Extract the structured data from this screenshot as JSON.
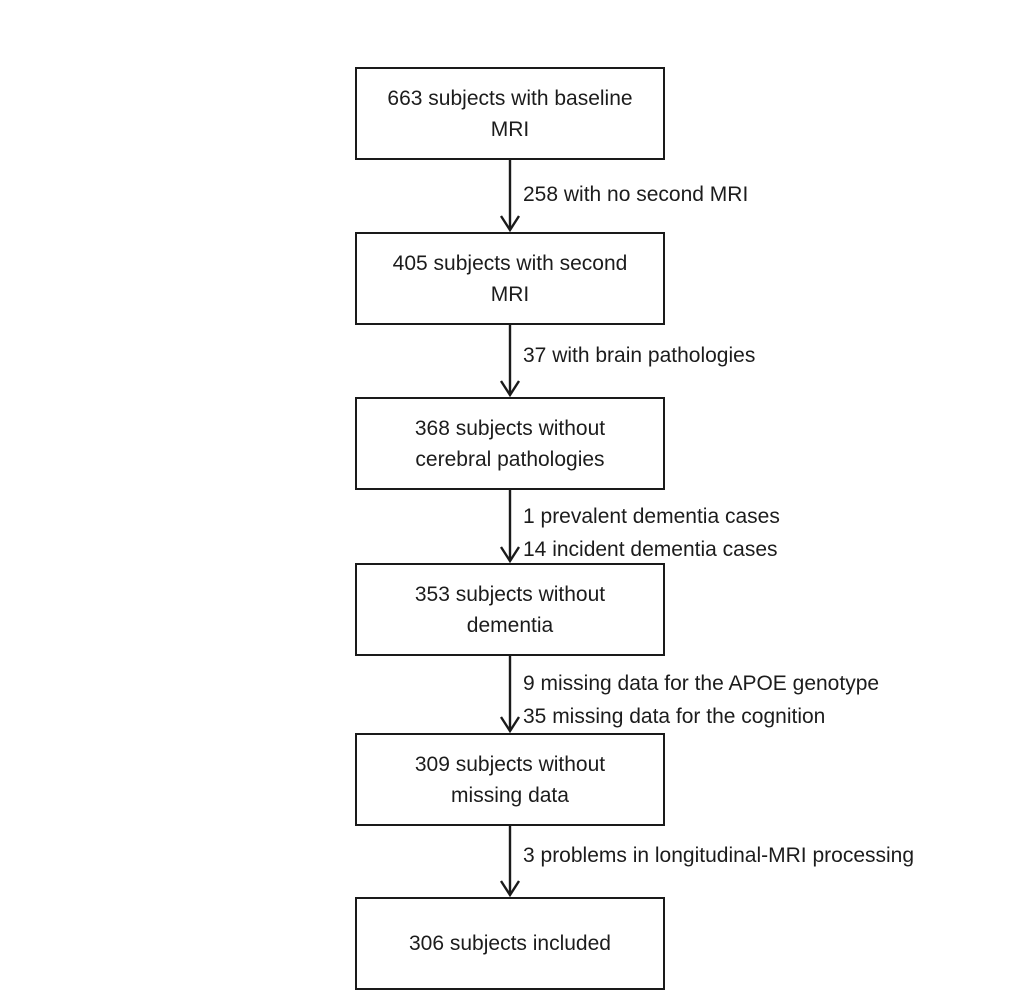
{
  "flowchart": {
    "colors": {
      "background": "#ffffff",
      "box_border": "#1a1a1a",
      "text": "#1c1c1c"
    },
    "nodes": [
      {
        "label": "663 subjects with baseline\nMRI"
      },
      {
        "label": "405 subjects with second\nMRI"
      },
      {
        "label": "368 subjects without\ncerebral pathologies"
      },
      {
        "label": "353 subjects without\ndementia"
      },
      {
        "label": "309 subjects without\nmissing data"
      },
      {
        "label": "306 subjects included"
      }
    ],
    "edges": [
      {
        "labels": [
          "258 with no second MRI"
        ]
      },
      {
        "labels": [
          "37 with brain pathologies"
        ]
      },
      {
        "labels": [
          "1 prevalent dementia cases",
          "14 incident dementia cases"
        ]
      },
      {
        "labels": [
          "9 missing data for the APOE genotype",
          "35 missing data for the cognition"
        ]
      },
      {
        "labels": [
          "3 problems in longitudinal-MRI processing"
        ]
      }
    ]
  }
}
